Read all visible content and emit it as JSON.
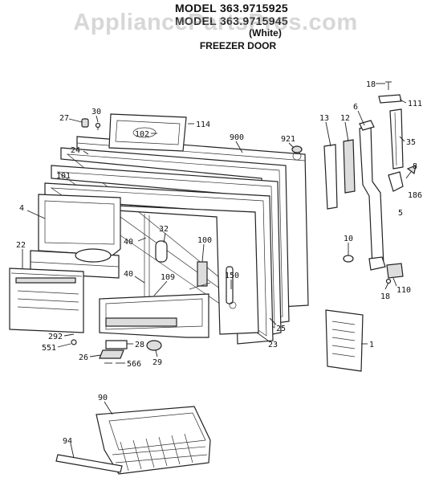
{
  "header": {
    "model_line_1": "MODEL 363.9715925",
    "model_line_2": "MODEL 363.9715945",
    "color_note": "(White)",
    "section_title": "FREEZER DOOR"
  },
  "watermark": "AppliancePartsPros.com",
  "part_labels": {
    "p18a": "18",
    "p111": "111",
    "p6": "6",
    "p13": "13",
    "p12": "12",
    "p35": "35",
    "p30": "30",
    "p27": "27",
    "p102": "102",
    "p114": "114",
    "p900": "900",
    "p921": "921",
    "p24": "24",
    "p8": "8",
    "p186": "186",
    "p5": "5",
    "p101": "101",
    "p4": "4",
    "p40a": "40",
    "p32": "32",
    "p100": "100",
    "p10": "10",
    "p22": "22",
    "p40b": "40",
    "p109": "109",
    "p150": "150",
    "p18b": "18",
    "p110": "110",
    "p25": "25",
    "p1": "1",
    "p292": "292",
    "p23": "23",
    "p551": "551",
    "p28": "28",
    "p26": "26",
    "p29": "29",
    "p566": "566",
    "p90": "90",
    "p94": "94"
  },
  "colors": {
    "line": "#222222",
    "fill_shade": "#dddddd",
    "watermark": "#969696"
  }
}
